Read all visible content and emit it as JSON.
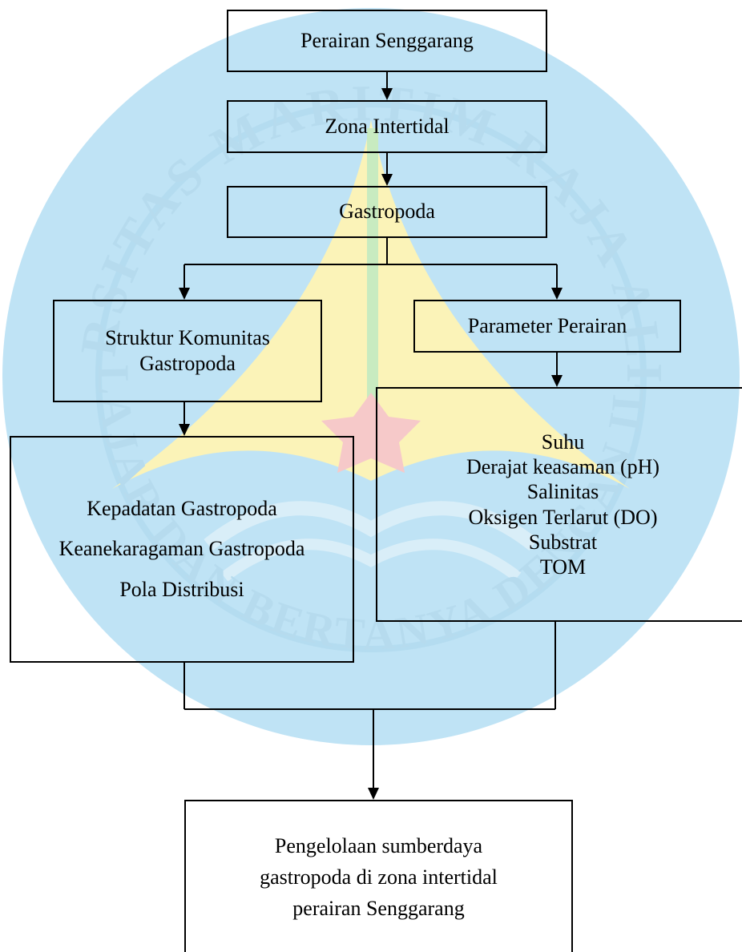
{
  "diagram": {
    "source": "Perairan Senggarang",
    "zone": "Zona Intertidal",
    "organism": "Gastropoda",
    "community_structure": [
      "Struktur Komunitas",
      "Gastropoda"
    ],
    "water_parameters": "Parameter Perairan",
    "community_metrics": [
      "Kepadatan Gastropoda",
      "Keanekaragaman Gastropoda",
      "Pola Distribusi"
    ],
    "parameter_list": [
      "Suhu",
      "Derajat keasaman (pH)",
      "Salinitas",
      "Oksigen Terlarut (DO)",
      "Substrat",
      "TOM"
    ],
    "management": [
      "Pengelolaan sumberdaya",
      "gastropoda di zona intertidal",
      "perairan Senggarang"
    ]
  },
  "watermark": {
    "text_top": "UNIVERSITAS MARITIM RAJA ALI HAJI",
    "text_bottom": "BELAJAR DAN BERTANYA DENGAN ILMU"
  },
  "colors": {
    "background_disc": "#bfe3f5",
    "triangle": "#fbf3b8",
    "center_star": "#f6c9c9",
    "watermark_text": "#b6dbee",
    "line": "#000000"
  }
}
